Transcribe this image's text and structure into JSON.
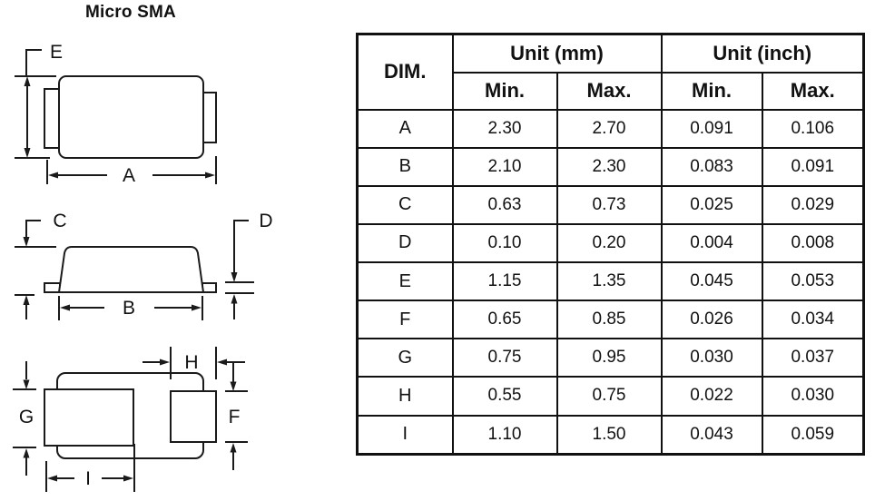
{
  "title": "Micro SMA",
  "drawing_labels": {
    "E": "E",
    "A": "A",
    "C": "C",
    "D": "D",
    "B": "B",
    "H": "H",
    "G": "G",
    "F": "F",
    "I": "I"
  },
  "table": {
    "headers": {
      "dim": "DIM.",
      "unit_mm": "Unit (mm)",
      "unit_inch": "Unit (inch)",
      "min": "Min.",
      "max": "Max."
    },
    "rows": [
      {
        "dim": "A",
        "mm_min": "2.30",
        "mm_max": "2.70",
        "inch_min": "0.091",
        "inch_max": "0.106"
      },
      {
        "dim": "B",
        "mm_min": "2.10",
        "mm_max": "2.30",
        "inch_min": "0.083",
        "inch_max": "0.091"
      },
      {
        "dim": "C",
        "mm_min": "0.63",
        "mm_max": "0.73",
        "inch_min": "0.025",
        "inch_max": "0.029"
      },
      {
        "dim": "D",
        "mm_min": "0.10",
        "mm_max": "0.20",
        "inch_min": "0.004",
        "inch_max": "0.008"
      },
      {
        "dim": "E",
        "mm_min": "1.15",
        "mm_max": "1.35",
        "inch_min": "0.045",
        "inch_max": "0.053"
      },
      {
        "dim": "F",
        "mm_min": "0.65",
        "mm_max": "0.85",
        "inch_min": "0.026",
        "inch_max": "0.034"
      },
      {
        "dim": "G",
        "mm_min": "0.75",
        "mm_max": "0.95",
        "inch_min": "0.030",
        "inch_max": "0.037"
      },
      {
        "dim": "H",
        "mm_min": "0.55",
        "mm_max": "0.75",
        "inch_min": "0.022",
        "inch_max": "0.030"
      },
      {
        "dim": "I",
        "mm_min": "1.10",
        "mm_max": "1.50",
        "inch_min": "0.043",
        "inch_max": "0.059"
      }
    ]
  }
}
